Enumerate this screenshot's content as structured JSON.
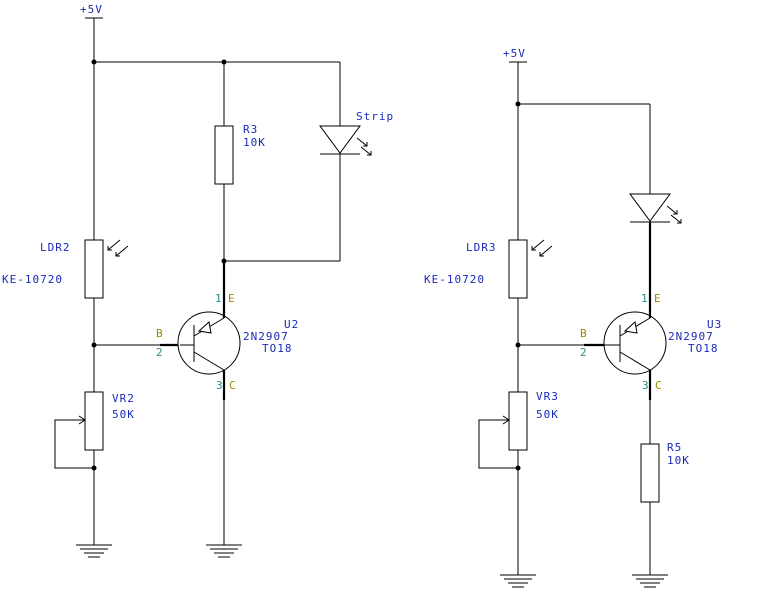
{
  "circuit_1": {
    "supply": "+5V",
    "ldr": {
      "ref": "LDR2",
      "part": "KE-10720"
    },
    "pot": {
      "ref": "VR2",
      "value": "50K"
    },
    "resistor": {
      "ref": "R3",
      "value": "10K"
    },
    "led": {
      "ref": "Strip"
    },
    "transistor": {
      "ref": "U2",
      "part": "2N2907",
      "package": "TO18",
      "pins": {
        "base_name": "B",
        "base_num": "2",
        "emitter_name": "E",
        "emitter_num": "1",
        "collector_name": "C",
        "collector_num": "3"
      }
    }
  },
  "circuit_2": {
    "supply": "+5V",
    "ldr": {
      "ref": "LDR3",
      "part": "KE-10720"
    },
    "pot": {
      "ref": "VR3",
      "value": "50K"
    },
    "resistor": {
      "ref": "R5",
      "value": "10K"
    },
    "transistor": {
      "ref": "U3",
      "part": "2N2907",
      "package": "TO18",
      "pins": {
        "base_name": "B",
        "base_num": "2",
        "emitter_name": "E",
        "emitter_num": "1",
        "collector_name": "C",
        "collector_num": "3"
      }
    }
  },
  "colors": {
    "wire": "#000000",
    "label": "#1a2ab8",
    "pin_name": "#9a8a00",
    "pin_number": "#2a8a8a"
  }
}
